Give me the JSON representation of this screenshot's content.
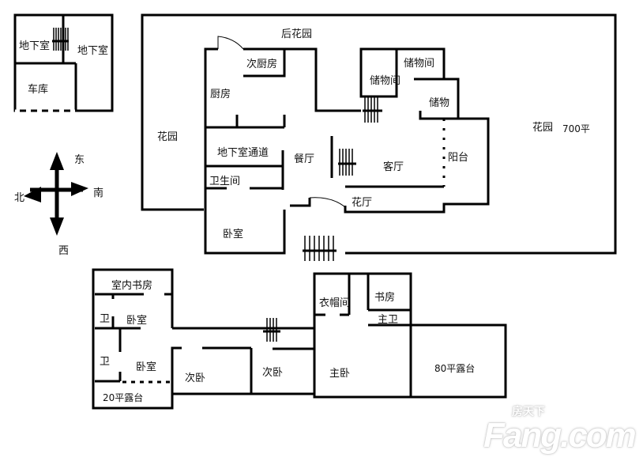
{
  "basement": {
    "rooms": [
      "地下室",
      "地下室",
      "车库"
    ]
  },
  "compass": {
    "east": "东",
    "south": "南",
    "north": "北",
    "west": "西"
  },
  "ground_floor": {
    "back_garden": "后花园",
    "garden_left": "花园",
    "garden_right": "花园",
    "garden_right_area": "700平",
    "secondary_kitchen": "次厨房",
    "kitchen": "厨房",
    "basement_passage": "地下室通道",
    "bathroom": "卫生间",
    "bedroom": "卧室",
    "dining": "餐厅",
    "living": "客厅",
    "flower_hall": "花厅",
    "balcony": "阳台",
    "storage_1": "储物间",
    "storage_2": "储物间",
    "storage_3": "储物"
  },
  "upper_floor": {
    "indoor_study": "室内书房",
    "bath_1": "卫",
    "bedroom_1": "卧室",
    "bath_2": "卫",
    "bedroom_2": "卧室",
    "terrace_small": "20平露台",
    "second_bedroom_1": "次卧",
    "second_bedroom_2": "次卧",
    "cloakroom": "衣帽间",
    "study": "书房",
    "master_bath": "主卫",
    "master_bedroom": "主卧",
    "terrace_large": "80平露台"
  },
  "watermark": {
    "cn": "房天下",
    "en": "Fang.com"
  }
}
